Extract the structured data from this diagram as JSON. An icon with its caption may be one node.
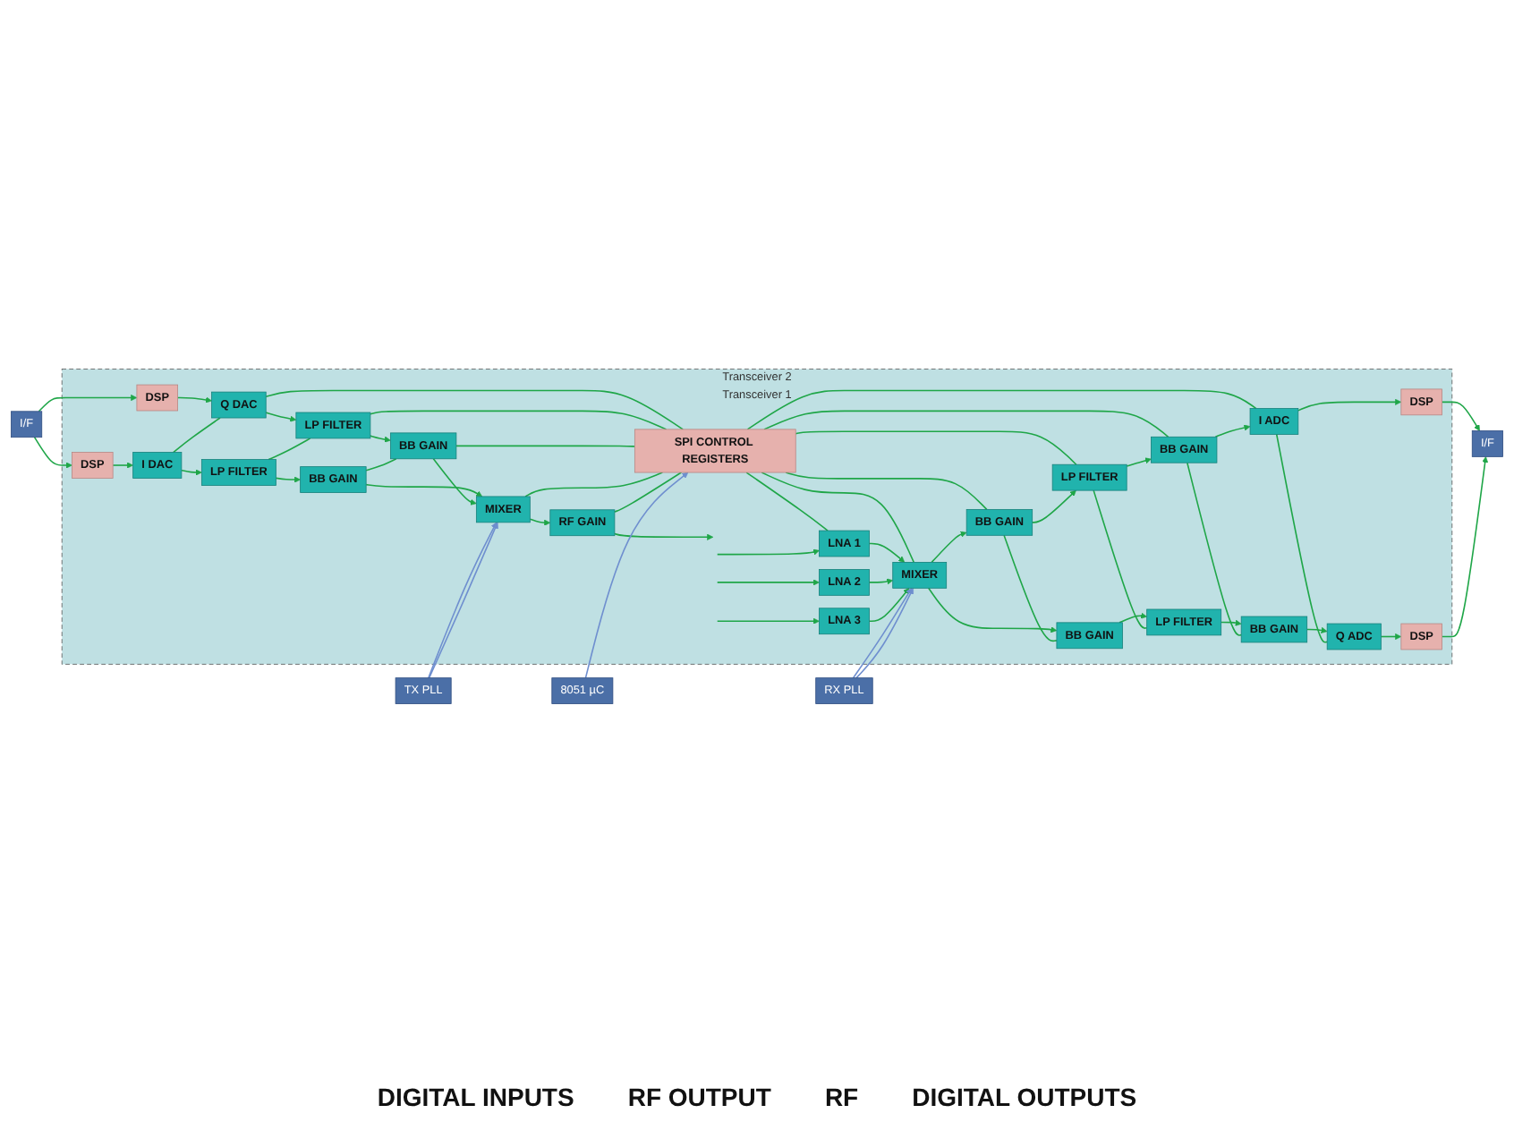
{
  "diagram": {
    "nodes": [
      {
        "text": [
          "Transceiver 2",
          "Transceiver 1"
        ]
      },
      {
        "text": [
          "I/F"
        ]
      },
      {
        "text": [
          "DSP"
        ],
        "in": 0
      },
      {
        "text": [
          "I DAC"
        ],
        "in": 0
      },
      {
        "text": [
          "LP FILTER"
        ],
        "in": 0
      },
      {
        "text": [
          "BB GAIN"
        ],
        "in": 0
      },
      {
        "text": [
          "DSP"
        ],
        "in": 0
      },
      {
        "text": [
          "Q DAC"
        ],
        "in": 0
      },
      {
        "text": [
          "LP FILTER"
        ],
        "in": 0
      },
      {
        "text": [
          "BB GAIN"
        ],
        "in": 0
      },
      {
        "text": [
          "TX PLL"
        ]
      },
      {
        "text": [
          "MIXER"
        ],
        "in": 0
      },
      {
        "text": [
          "RF GAIN"
        ],
        "in": 0
      },
      {
        "text": [
          "SPI CONTROL REGISTERS"
        ],
        "in": 0
      },
      {
        "text": [
          "8051 µC"
        ]
      },
      {
        "text": [
          "LNA 1"
        ],
        "in": 0
      },
      {
        "text": [
          "LNA 2"
        ],
        "in": 0
      },
      {
        "text": [
          "LNA 3"
        ],
        "in": 0
      },
      {
        "text": [
          "MIXER"
        ],
        "in": 0
      },
      {
        "text": [
          "BB GAIN"
        ],
        "in": 0
      },
      {
        "text": [
          "LP FILTER"
        ],
        "in": 0
      },
      {
        "text": [
          "BB GAIN"
        ],
        "in": 0
      },
      {
        "text": [
          "I ADC"
        ],
        "in": 0
      },
      {
        "text": [
          "DSP"
        ],
        "in": 0
      },
      {
        "text": [
          "BB GAIN"
        ],
        "in": 0
      },
      {
        "text": [
          "LP FILTER"
        ],
        "in": 0
      },
      {
        "text": [
          "BB GAIN"
        ],
        "in": 0
      },
      {
        "text": [
          "Q ADC"
        ],
        "in": 0
      },
      {
        "text": [
          "DSP"
        ],
        "in": 0
      },
      {
        "text": [
          "RX PLL"
        ]
      },
      {
        "text": [
          "I/F"
        ]
      }
    ],
    "edges": [
      {
        "from": 1,
        "to": 2,
        "arrow": "to"
      },
      {
        "from": 1,
        "to": 6,
        "arrow": "to"
      },
      {
        "from": 2,
        "to": 3,
        "arrow": "to"
      },
      {
        "from": 3,
        "to": 4,
        "arrow": "to"
      },
      {
        "from": 4,
        "to": 5,
        "arrow": "to"
      },
      {
        "from": 5,
        "to": 11,
        "arrow": "to"
      },
      {
        "from": 6,
        "to": 7,
        "arrow": "to"
      },
      {
        "from": 7,
        "to": 8,
        "arrow": "to"
      },
      {
        "from": 8,
        "to": 9,
        "arrow": "to"
      },
      {
        "from": 9,
        "to": 11,
        "arrow": "to"
      },
      {
        "from": 10,
        "to": 11,
        "arrow": "to",
        "color": "#6f8fcf"
      },
      {
        "from": 10,
        "to": 11,
        "arrow": "to",
        "color": "#6f8fcf"
      },
      {
        "from": 11,
        "to": 12,
        "arrow": "to"
      },
      {
        "from": 12,
        "to": null,
        "arrow": "to"
      },
      {
        "from": 3,
        "to": 7,
        "arrow": "none"
      },
      {
        "from": 4,
        "to": 8,
        "arrow": "none"
      },
      {
        "from": 5,
        "to": 9,
        "arrow": "none"
      },
      {
        "from": 7,
        "to": 13,
        "arrow": "none"
      },
      {
        "from": 8,
        "to": 13,
        "arrow": "none"
      },
      {
        "from": 9,
        "to": 13,
        "arrow": "none"
      },
      {
        "from": 11,
        "to": 13,
        "arrow": "none"
      },
      {
        "from": 12,
        "to": 13,
        "arrow": "none"
      },
      {
        "from": 14,
        "to": 13,
        "arrow": "to",
        "color": "#6f8fcf"
      },
      {
        "from": 13,
        "to": 15,
        "arrow": "none"
      },
      {
        "from": 13,
        "to": 18,
        "arrow": "none"
      },
      {
        "from": 13,
        "to": 19,
        "arrow": "none"
      },
      {
        "from": 13,
        "to": 20,
        "arrow": "none"
      },
      {
        "from": 13,
        "to": 21,
        "arrow": "none"
      },
      {
        "from": 13,
        "to": 22,
        "arrow": "none"
      },
      {
        "from": null,
        "to": 15,
        "arrow": "to"
      },
      {
        "from": null,
        "to": 16,
        "arrow": "to"
      },
      {
        "from": null,
        "to": 17,
        "arrow": "to"
      },
      {
        "from": 15,
        "to": 18,
        "arrow": "to"
      },
      {
        "from": 16,
        "to": 18,
        "arrow": "to"
      },
      {
        "from": 17,
        "to": 18,
        "arrow": "to"
      },
      {
        "from": 18,
        "to": 19,
        "arrow": "to"
      },
      {
        "from": 18,
        "to": 24,
        "arrow": "to"
      },
      {
        "from": 19,
        "to": 20,
        "arrow": "to"
      },
      {
        "from": 20,
        "to": 21,
        "arrow": "to"
      },
      {
        "from": 21,
        "to": 22,
        "arrow": "to"
      },
      {
        "from": 22,
        "to": 23,
        "arrow": "to"
      },
      {
        "from": 23,
        "to": 30,
        "arrow": "to"
      },
      {
        "from": 24,
        "to": 25,
        "arrow": "to"
      },
      {
        "from": 25,
        "to": 26,
        "arrow": "to"
      },
      {
        "from": 26,
        "to": 27,
        "arrow": "to"
      },
      {
        "from": 27,
        "to": 28,
        "arrow": "to"
      },
      {
        "from": 28,
        "to": 30,
        "arrow": "to"
      },
      {
        "from": 19,
        "to": 24,
        "arrow": "none"
      },
      {
        "from": 20,
        "to": 25,
        "arrow": "none"
      },
      {
        "from": 21,
        "to": 26,
        "arrow": "none"
      },
      {
        "from": 22,
        "to": 27,
        "arrow": "none"
      },
      {
        "from": 29,
        "to": 18,
        "arrow": "to",
        "color": "#6f8fcf"
      },
      {
        "from": 29,
        "to": 18,
        "arrow": "to",
        "color": "#6f8fcf"
      }
    ],
    "labels": [
      "DIGITAL INPUTS",
      "RF OUTPUT",
      "RF",
      "DIGITAL OUTPUTS"
    ]
  }
}
